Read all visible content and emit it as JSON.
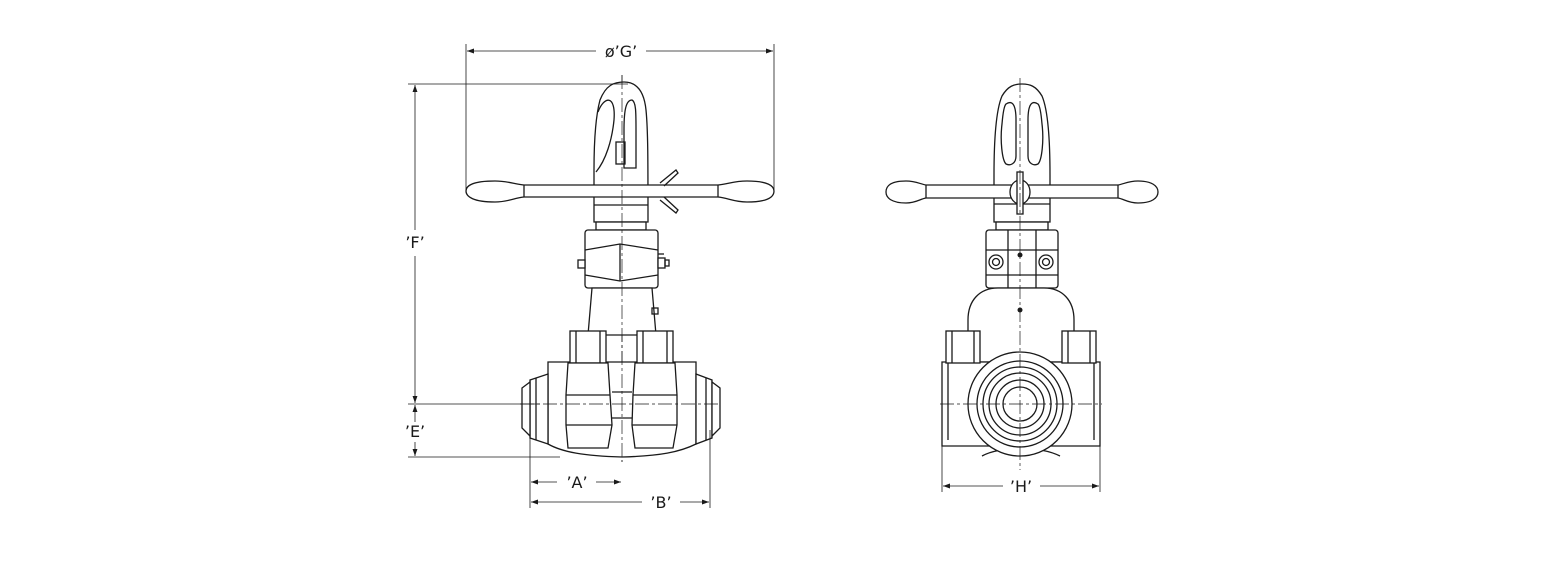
{
  "labels": {
    "dim_g": "ø’G’",
    "dim_f": "’F’",
    "dim_e": "’E’",
    "dim_a": "’A’",
    "dim_b": "’B’",
    "dim_h": "’H’"
  },
  "colors": {
    "line": "#1a1a1a",
    "background": "#ffffff"
  }
}
